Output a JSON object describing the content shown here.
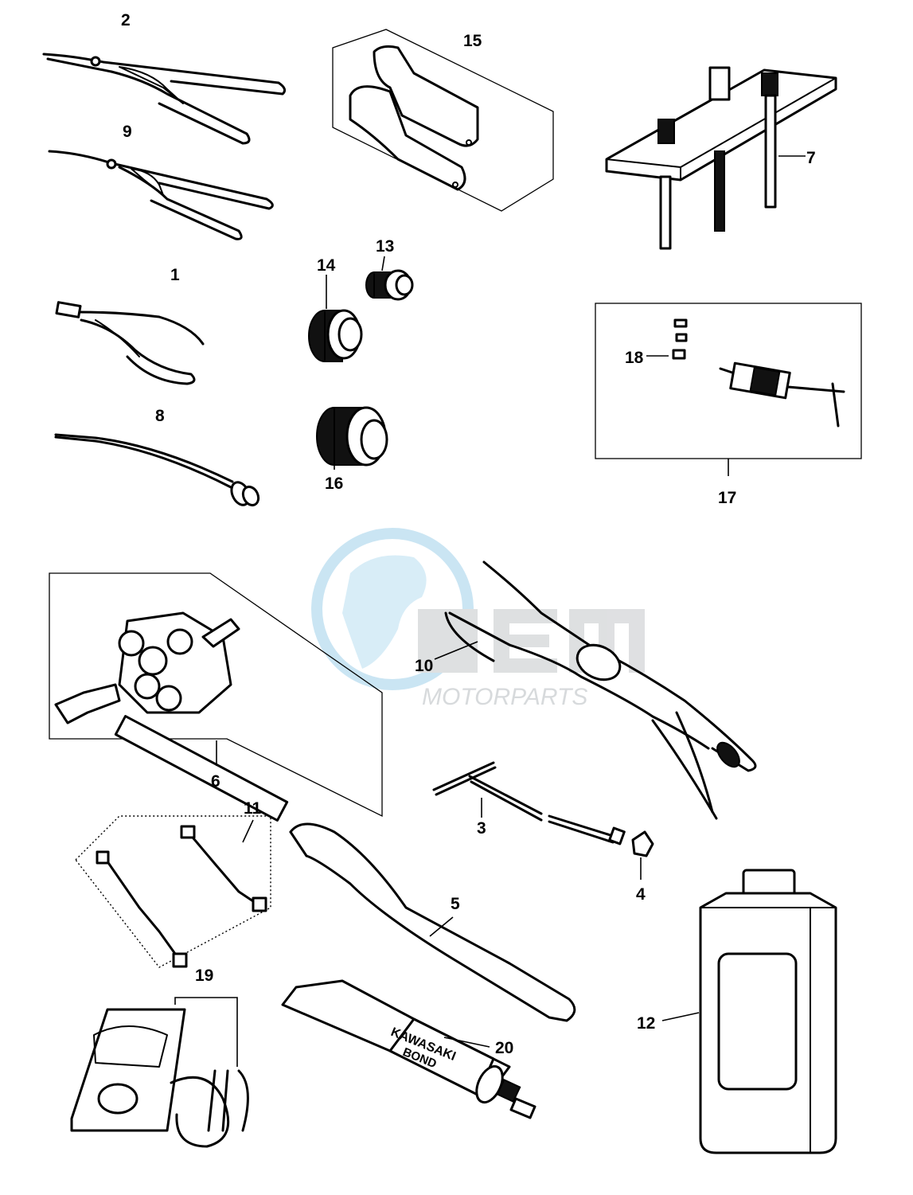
{
  "callouts": {
    "c1": "1",
    "c2": "2",
    "c3": "3",
    "c4": "4",
    "c5": "5",
    "c6": "6",
    "c7": "7",
    "c8": "8",
    "c9": "9",
    "c10": "10",
    "c11": "11",
    "c12": "12",
    "c13": "13",
    "c14": "14",
    "c15": "15",
    "c16": "16",
    "c17": "17",
    "c18": "18",
    "c19": "19",
    "c20": "20"
  },
  "tube_print": {
    "line1": "KAWASAKI",
    "line2": "BOND"
  },
  "watermark": {
    "line1": "MOTORPARTS",
    "brand": "OEM",
    "colors": {
      "globe": "#9fd0ea",
      "text": "#b8bcc0"
    }
  },
  "colors": {
    "ink": "#000000",
    "paper": "#ffffff"
  }
}
